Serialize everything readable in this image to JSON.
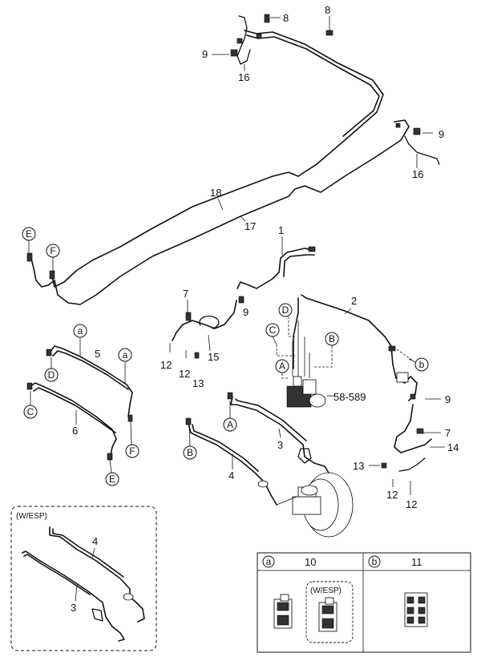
{
  "labels": {
    "n8a": "8",
    "n8b": "8",
    "n9a": "9",
    "n16a": "16",
    "n9b": "9",
    "n16b": "16",
    "n18": "18",
    "n17": "17",
    "n1": "1",
    "n2": "2",
    "n7a": "7",
    "n9c": "9",
    "n15": "15",
    "n12a": "12",
    "n12b": "12",
    "n13a": "13",
    "n5": "5",
    "n6": "6",
    "n3": "3",
    "n4": "4",
    "ref": "58-589",
    "n9d": "9",
    "n7b": "7",
    "n14": "14",
    "n13b": "13",
    "n12c": "12",
    "n12d": "12",
    "esp_title": "(W/ESP)",
    "esp_n4": "4",
    "esp_n3": "3"
  },
  "circles": {
    "E": "E",
    "F": "F",
    "a": "a",
    "D": "D",
    "C": "C",
    "A": "A",
    "B": "B",
    "b": "b"
  },
  "legend": {
    "a_key": "a",
    "a_num": "10",
    "a_esp": "(W/ESP)",
    "b_key": "b",
    "b_num": "11"
  }
}
